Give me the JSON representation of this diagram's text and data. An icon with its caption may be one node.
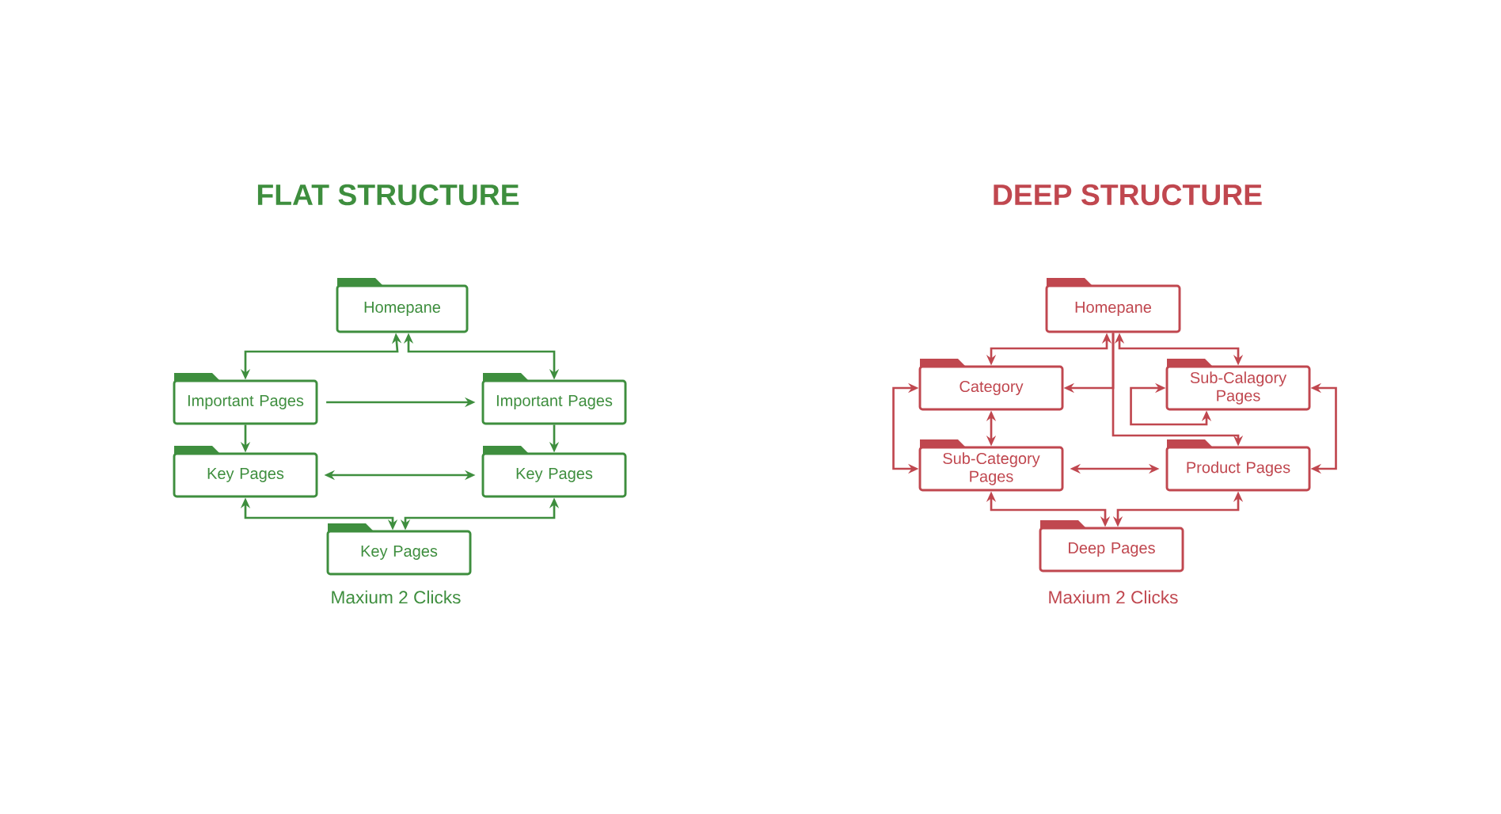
{
  "diagram": {
    "nodes": [
      {
        "text": [
          "Homepane"
        ]
      },
      {
        "text": [
          "Important Pages"
        ]
      },
      {
        "text": [
          "Important Pages"
        ]
      },
      {
        "text": [
          "Key Pages"
        ]
      },
      {
        "text": [
          "Key Pages"
        ]
      },
      {
        "text": [
          "Key Pages"
        ]
      },
      {
        "text": [
          "Homepane"
        ]
      },
      {
        "text": [
          "Category"
        ]
      },
      {
        "text": [
          "Sub-Calagory Pages"
        ]
      },
      {
        "text": [
          "Sub-Category Pages"
        ]
      },
      {
        "text": [
          "Product Pages"
        ]
      },
      {
        "text": [
          "Deep Pages"
        ]
      }
    ],
    "edges": [
      {
        "from": 0,
        "to": 1,
        "arrow": "both",
        "color": "#3e8e3e"
      },
      {
        "from": 0,
        "to": 2,
        "arrow": "both",
        "color": "#3e8e3e"
      },
      {
        "from": 1,
        "to": 2,
        "arrow": "to",
        "color": "#3e8e3e"
      },
      {
        "from": 1,
        "to": 3,
        "arrow": "to",
        "color": "#3e8e3e"
      },
      {
        "from": 2,
        "to": 4,
        "arrow": "to",
        "color": "#3e8e3e"
      },
      {
        "from": 3,
        "to": 4,
        "arrow": "both",
        "color": "#3e8e3e"
      },
      {
        "from": 5,
        "to": 3,
        "arrow": "both",
        "color": "#3e8e3e"
      },
      {
        "from": 5,
        "to": 4,
        "arrow": "both",
        "color": "#3e8e3e"
      },
      {
        "from": 6,
        "to": 7,
        "arrow": "both"
      },
      {
        "from": 6,
        "to": 8,
        "arrow": "both"
      },
      {
        "from": 6,
        "to": 7,
        "arrow": "to"
      },
      {
        "from": 6,
        "to": 10,
        "arrow": "to"
      },
      {
        "from": 7,
        "to": 9,
        "arrow": "both"
      },
      {
        "from": 8,
        "to": 8,
        "arrow": "both"
      },
      {
        "from": 9,
        "to": 10,
        "arrow": "both"
      },
      {
        "from": 7,
        "to": 9,
        "arrow": "both"
      },
      {
        "from": 8,
        "to": 10,
        "arrow": "both"
      },
      {
        "from": 11,
        "to": 9,
        "arrow": "both"
      },
      {
        "from": 11,
        "to": 10,
        "arrow": "both"
      }
    ],
    "labels": [
      "FLAT STRUCTURE",
      "DEEP STRUCTURE",
      "Maxium 2 Clicks",
      "Maxium 2 Clicks"
    ]
  }
}
